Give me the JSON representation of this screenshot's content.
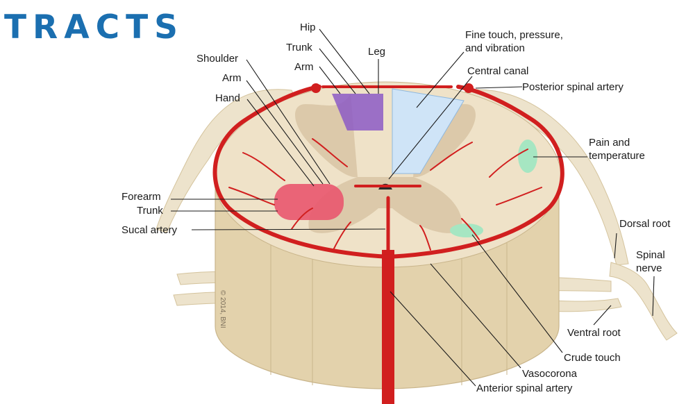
{
  "title": "TRACTS",
  "copyright": "© 2014, BNI",
  "colors": {
    "title": "#1b6fb0",
    "artery": "#d11f1f",
    "white_matter": "#efe2c8",
    "gray_matter": "#d9c6a6",
    "roots": "#ede3cc",
    "cylinder": "#e3d2ac",
    "dorsal_column": "#cfe4f7",
    "corticospinal": "#e9566e",
    "fasciculus_gracilis": "#8c5ac6",
    "spinothalamic": "#a6e6c2"
  },
  "labels": {
    "hip": "Hip",
    "trunk_top": "Trunk",
    "leg": "Leg",
    "arm_top": "Arm",
    "shoulder": "Shoulder",
    "arm_left": "Arm",
    "hand": "Hand",
    "forearm": "Forearm",
    "trunk_left": "Trunk",
    "sucal_artery": "Sucal artery",
    "fine_touch_1": "Fine touch, pressure,",
    "fine_touch_2": "and vibration",
    "central_canal": "Central canal",
    "posterior_spinal_artery": "Posterior spinal artery",
    "pain_1": "Pain and",
    "pain_2": "temperature",
    "dorsal_root": "Dorsal root",
    "spinal_1": "Spinal",
    "spinal_2": "nerve",
    "ventral_root": "Ventral root",
    "crude_touch": "Crude touch",
    "vasocorona": "Vasocorona",
    "anterior_spinal_artery": "Anterior spinal artery"
  }
}
